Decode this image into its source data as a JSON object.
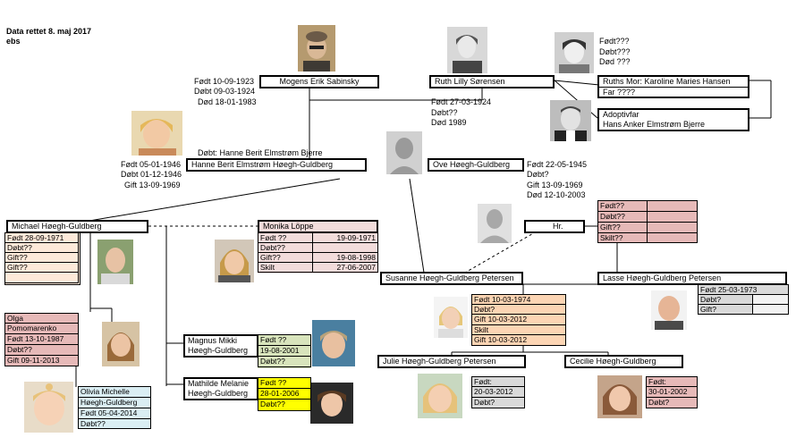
{
  "header": {
    "line1": "Data rettet 8. maj 2017",
    "line2": "ebs"
  },
  "mogens": {
    "name": "Mogens Erik Sabinsky",
    "born": "Født 10-09-1923",
    "baptized": "Døbt 09-03-1924",
    "died": "Død 18-01-1983"
  },
  "ruth": {
    "name": "Ruth Lilly Sørensen",
    "born": "Født 27-03-1924",
    "baptized": "Døbt??",
    "died": "Død 1989"
  },
  "ruths_mor": {
    "born": "Født???",
    "baptized": "Døbt???",
    "died": "Død ???",
    "line1": "Ruths Mor: Karoline Maries Hansen",
    "line2": "Far ????"
  },
  "adoptivfar": {
    "line1": "Adoptivfar",
    "line2": "Hans Anker Elmstrøm Bjerre"
  },
  "hanne": {
    "baptname": "Døbt: Hanne Berit Elmstrøm Bjerre",
    "name": "Hanne Berit Elmstrøm Høegh-Guldberg",
    "born": "Født 05-01-1946",
    "baptized": "Døbt 01-12-1946",
    "married": "Gift 13-09-1969"
  },
  "ove": {
    "name": "Ove Høegh-Guldberg",
    "born": "Født 22-05-1945",
    "baptized": "Døbt?",
    "married": "Gift 13-09-1969",
    "died": "Død 12-10-2003"
  },
  "michael": {
    "name": "Michael Høegh-Guldberg",
    "rows": [
      "Født 28-09-1971",
      "Døbt??",
      "Gift??",
      "Gift??"
    ]
  },
  "monika": {
    "name": "Monika Löppe",
    "rows": [
      [
        "Født ??",
        "19-09-1971"
      ],
      [
        "Døbt??",
        ""
      ],
      [
        "Gift??",
        "19-08-1998"
      ],
      [
        "Skilt",
        "27-06-2007"
      ]
    ]
  },
  "hr": {
    "name": "Hr.",
    "rows": [
      "Født??",
      "Døbt??",
      "Gift??",
      "Skilt??"
    ]
  },
  "susanne": {
    "name": "Susanne Høegh-Guldberg Petersen"
  },
  "lasse": {
    "name": "Lasse Høegh-Guldberg Petersen",
    "rows": [
      "Født 25-03-1973",
      "Døbt?",
      "Gift?"
    ]
  },
  "olga": {
    "rows": [
      "Olga",
      "Pomomarenko",
      "Født 13-10-1987",
      "Døbt??",
      "Gift 09-11-2013"
    ]
  },
  "olivia": {
    "rows": [
      "Olivia Michelle",
      "Høegh-Guldberg",
      "Født 05-04-2014",
      "Døbt??"
    ]
  },
  "magnus": {
    "line1": "Magnus Mikki",
    "line2": "Høegh-Guldberg",
    "rows": [
      "Født ??",
      "19-08-2001",
      "Døbt??"
    ]
  },
  "mathilde": {
    "line1": "Mathilde Melanie",
    "line2": "Høegh-Guldberg",
    "rows": [
      "Født ??",
      "28-01-2006",
      "Døbt??"
    ]
  },
  "spouse_susanne": {
    "rows": [
      "Født 10-03-1974",
      "Døbt?",
      "Gift 10-03-2012",
      "Skilt",
      "Gift 10-03-2012"
    ]
  },
  "julie": {
    "name": "Julie Høegh-Guldberg Petersen",
    "rows": [
      "Født:",
      "20-03-2012",
      "Døbt?"
    ]
  },
  "cecilie": {
    "name": "Cecilie Høegh-Guldberg",
    "rows": [
      "Født:",
      "30-01-2002",
      "Døbt?"
    ]
  },
  "colors": {
    "peach": "#fde9d9",
    "pink": "#f2dcdb",
    "rose": "#e6b9b8",
    "green": "#d8e4bc",
    "yellow": "#ffff00",
    "orange": "#fcd5b4",
    "grey": "#d9d9d9",
    "blue": "#daeef3"
  }
}
